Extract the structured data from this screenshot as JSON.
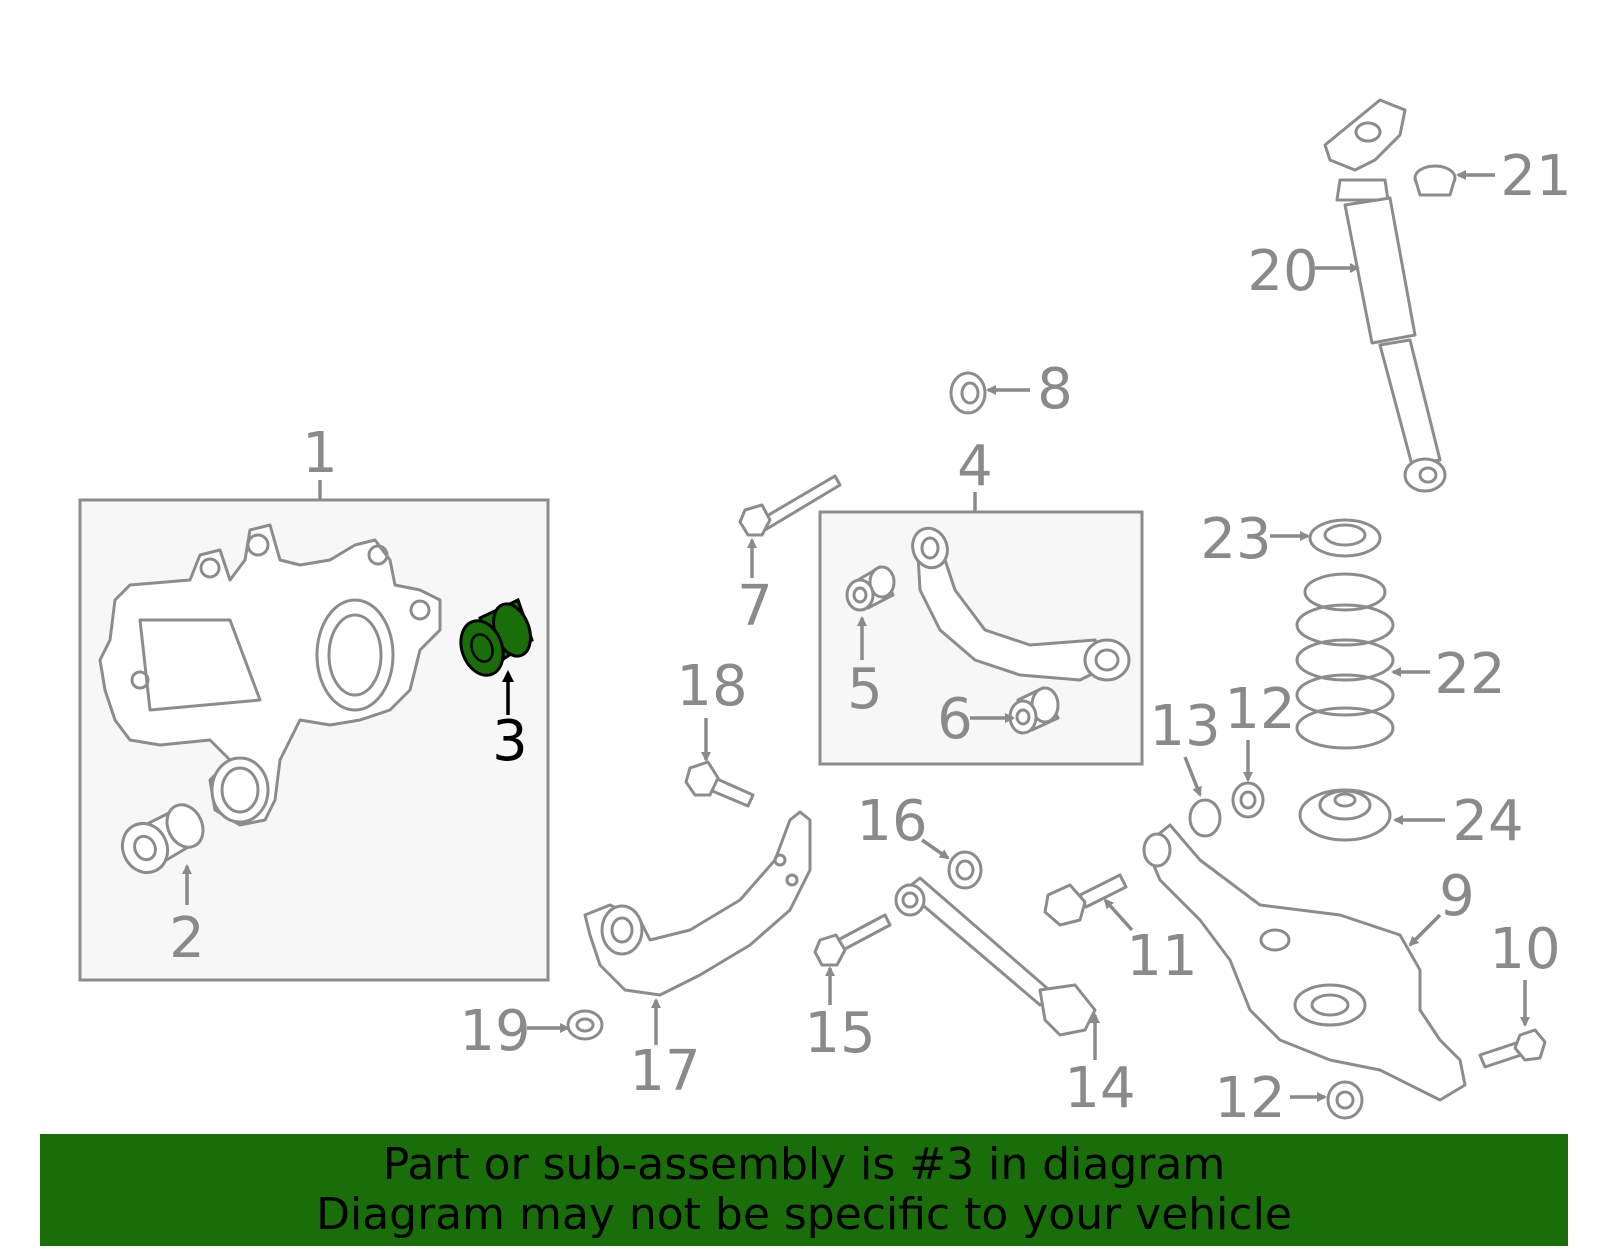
{
  "colors": {
    "highlight": "#1a6e0a",
    "banner": "#1a6e0a",
    "line": "#8c8c8c",
    "box_fill": "#f7f7f7"
  },
  "highlighted_part": "3",
  "labels": {
    "p1": "1",
    "p2": "2",
    "p3": "3",
    "p4": "4",
    "p5": "5",
    "p6": "6",
    "p7": "7",
    "p8": "8",
    "p9": "9",
    "p10": "10",
    "p11": "11",
    "p12a": "12",
    "p12b": "12",
    "p13": "13",
    "p14": "14",
    "p15": "15",
    "p16": "16",
    "p17": "17",
    "p18": "18",
    "p19": "19",
    "p20": "20",
    "p21": "21",
    "p22": "22",
    "p23": "23",
    "p24": "24"
  },
  "banner": {
    "line1": "Part or sub-assembly is #3 in diagram",
    "line2": "Diagram may not be specific to your vehicle"
  }
}
